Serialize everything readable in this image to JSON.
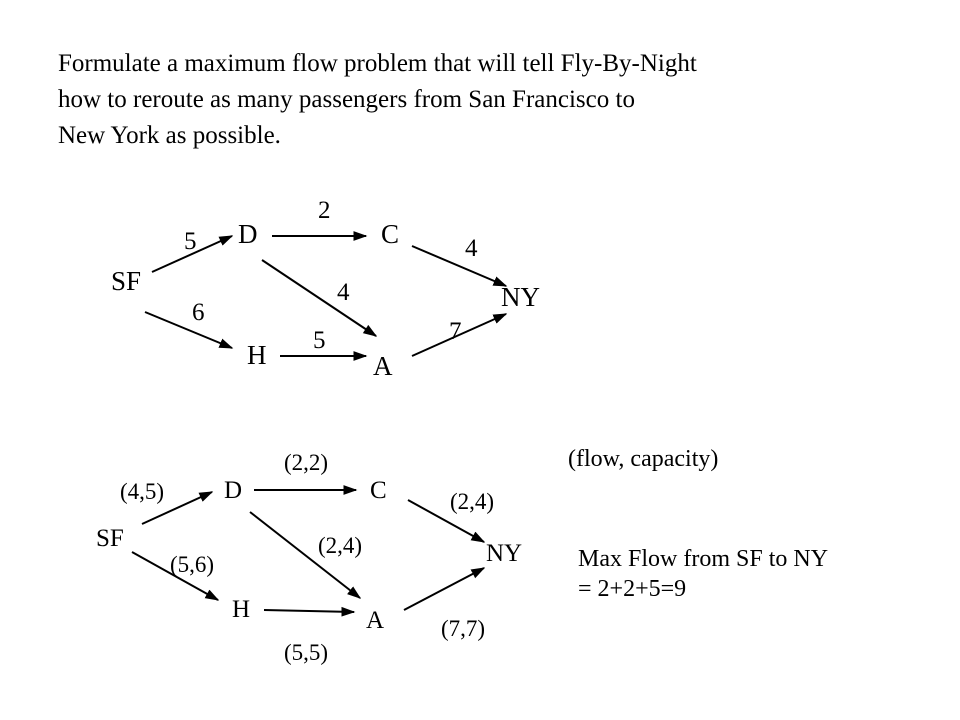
{
  "prompt": {
    "line1": "Formulate a maximum  flow problem that will tell Fly-By-Night",
    "line2": "how to reroute as many passengers  from San Francisco to",
    "line3": "New York as possible."
  },
  "network": {
    "nodes": {
      "sf": "SF",
      "d": "D",
      "c": "C",
      "h": "H",
      "a": "A",
      "ny": "NY"
    },
    "capacities": {
      "sf_d": "5",
      "sf_h": "6",
      "d_c": "2",
      "d_a": "4",
      "h_a": "5",
      "c_ny": "4",
      "a_ny": "7"
    }
  },
  "flow_network": {
    "nodes": {
      "sf": "SF",
      "d": "D",
      "c": "C",
      "h": "H",
      "a": "A",
      "ny": "NY"
    },
    "labels": {
      "sf_d": "(4,5)",
      "sf_h": "(5,6)",
      "d_c": "(2,2)",
      "d_a": "(2,4)",
      "h_a": "(5,5)",
      "c_ny": "(2,4)",
      "a_ny": "(7,7)"
    }
  },
  "legend": {
    "text": "(flow, capacity)"
  },
  "result": {
    "line1": "Max Flow from SF to NY",
    "line2": "= 2+2+5=9"
  }
}
